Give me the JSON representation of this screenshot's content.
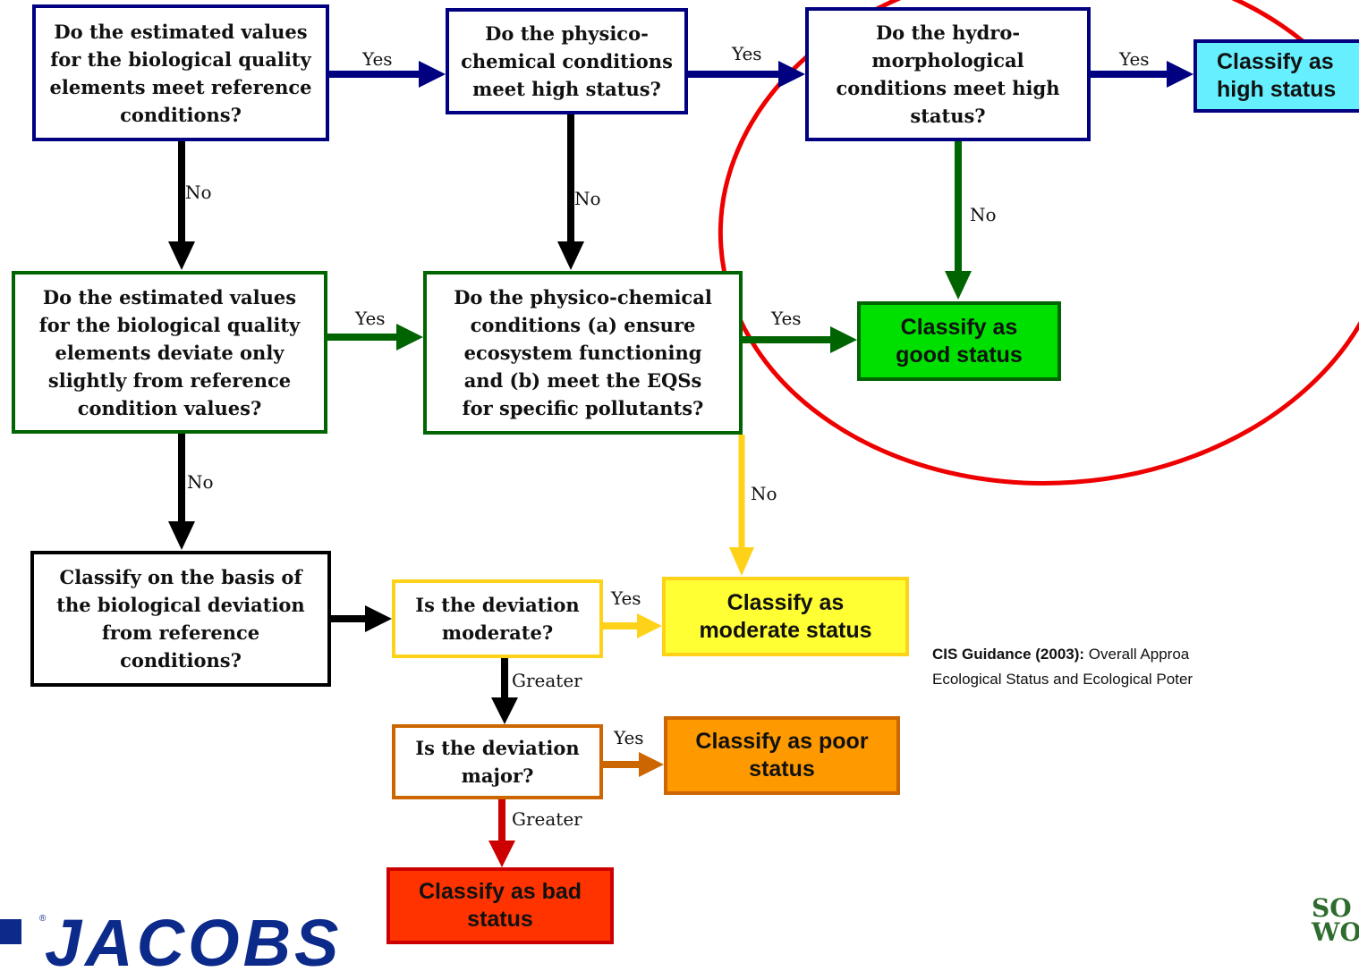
{
  "boxes": {
    "q_bio_reference": "Do the estimated values for the biological quality elements meet reference conditions?",
    "q_physchem_high": "Do the physico-chemical conditions meet high status?",
    "q_hydromorph_high": "Do the hydro-morphological conditions meet high status?",
    "c_high": "Classify as high status",
    "q_bio_slight": "Do the estimated values for the biological quality elements deviate only slightly from reference condition values?",
    "q_physchem_ecosystem": "Do the physico-chemical conditions (a) ensure ecosystem functioning and (b) meet the EQSs for specific pollutants?",
    "c_good": "Classify as good status",
    "q_bio_deviation": "Classify on the basis of the biological deviation from reference conditions?",
    "q_moderate": "Is the deviation moderate?",
    "c_moderate": "Classify as moderate status",
    "q_major": "Is the deviation major?",
    "c_poor": "Classify as poor status",
    "c_bad": "Classify as bad status"
  },
  "labels": {
    "yes_1": "Yes",
    "yes_2": "Yes",
    "yes_3": "Yes",
    "no_1": "No",
    "no_2": "No",
    "no_3": "No",
    "yes_4": "Yes",
    "yes_5": "Yes",
    "no_4": "No",
    "no_5": "No",
    "yes_6": "Yes",
    "greater_1": "Greater",
    "yes_7": "Yes",
    "greater_2": "Greater"
  },
  "citation": {
    "source": "CIS Guidance (2003):",
    "line1": "Overall Approa",
    "line2": "Ecological Status and Ecological Poter"
  },
  "logos": {
    "left": "JACOBS",
    "right": "SO\nWO"
  },
  "colors": {
    "navy": "#000080",
    "green": "#006400",
    "black": "#000000",
    "yellow": "#ffd21a",
    "orange_border": "#cc6600",
    "dark_red": "#cc0000",
    "cyan_fill": "#66f0ff",
    "bright_green_fill": "#00e000",
    "light_yellow_fill": "#ffff33",
    "orange_fill": "#ff9900",
    "red_fill": "#ff3300",
    "highlight_circle": "#ee0000"
  }
}
